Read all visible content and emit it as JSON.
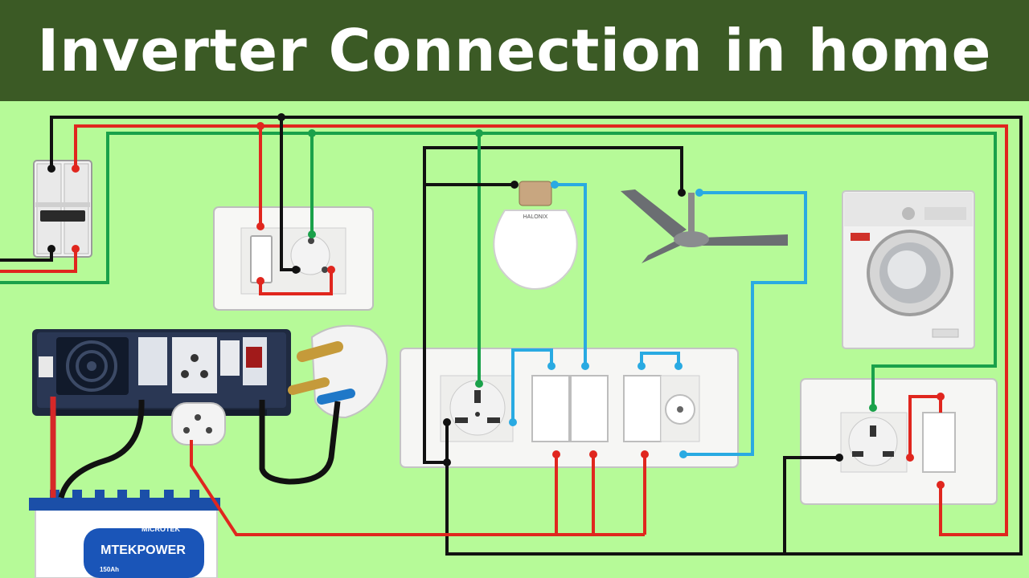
{
  "title": "Inverter Connection in home",
  "wire_colors": {
    "phase": "#e0261e",
    "neutral": "#111111",
    "earth": "#1aa14a",
    "switched": "#29aae2",
    "title_bg": "#3b5a25",
    "background": "#b6fa98"
  },
  "devices": {
    "mcb": {
      "icon": "double-pole-mcb-icon"
    },
    "inverter": {
      "icon": "inverter-icon"
    },
    "battery": {
      "icon": "battery-icon",
      "brand": "MTEKPOWER",
      "maker": "MICROTEK",
      "capacity": "150Ah"
    },
    "bulb": {
      "icon": "led-bulb-icon",
      "brand": "HALONIX"
    },
    "fan": {
      "icon": "ceiling-fan-icon"
    },
    "washing_machine": {
      "icon": "washing-machine-icon"
    },
    "plug": {
      "icon": "three-pin-plug-icon"
    }
  }
}
